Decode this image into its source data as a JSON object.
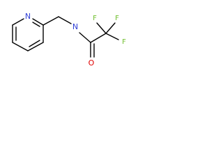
{
  "atoms": {
    "ring_n": {
      "label": "N",
      "color": "#2f3fd6"
    },
    "amide_n": {
      "label": "N",
      "color": "#2f3fd6"
    },
    "carbonyl_o": {
      "label": "O",
      "color": "#e00000"
    },
    "f_top_left": {
      "label": "F",
      "color": "#6fbf2c"
    },
    "f_top_right": {
      "label": "F",
      "color": "#6fbf2c"
    },
    "f_right": {
      "label": "F",
      "color": "#6fbf2c"
    }
  },
  "colors": {
    "bond": "#000000",
    "background": "#ffffff"
  }
}
